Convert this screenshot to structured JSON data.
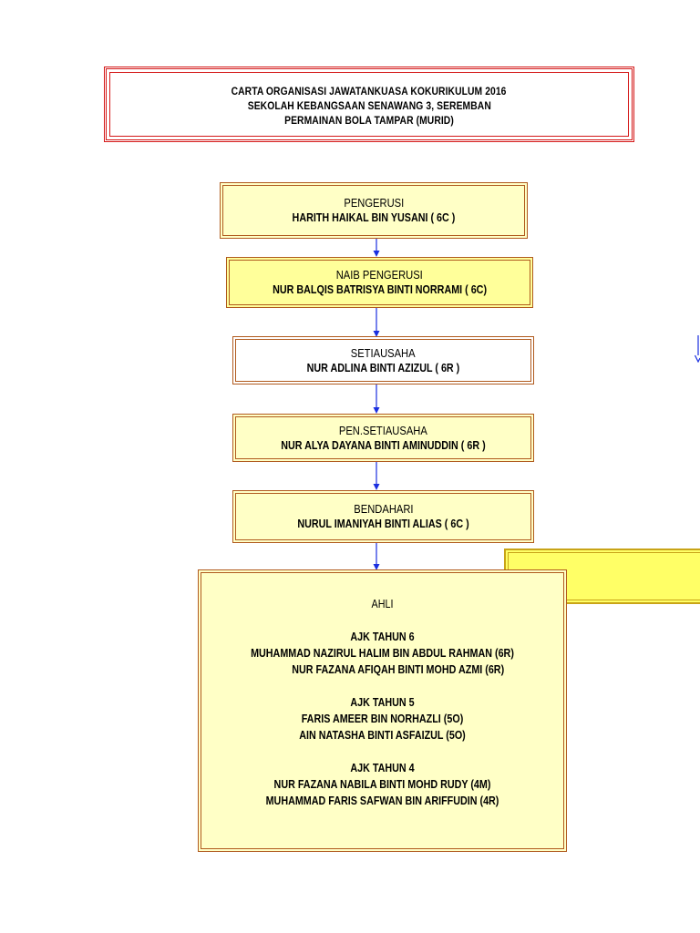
{
  "header": {
    "line1": "CARTA ORGANISASI JAWATANKUASA KOKURIKULUM 2016",
    "line2": "SEKOLAH KEBANGSAAN SENAWANG 3, SEREMBAN",
    "line3": "PERMAINAN BOLA TAMPAR (MURID)"
  },
  "roles": [
    {
      "title": "PENGERUSI",
      "name": "HARITH HAIKAL BIN YUSANI  ( 6C )"
    },
    {
      "title": "NAIB PENGERUSI",
      "name": "NUR BALQIS BATRISYA BINTI NORRAMI ( 6C)"
    },
    {
      "title": "SETIAUSAHA",
      "name": "NUR ADLINA BINTI AZIZUL ( 6R )"
    },
    {
      "title": "PEN.SETIAUSAHA",
      "name": "NUR ALYA DAYANA BINTI AMINUDDIN ( 6R )"
    },
    {
      "title": "BENDAHARI",
      "name": "NURUL IMANIYAH BINTI ALIAS ( 6C )"
    }
  ],
  "ahli": {
    "title": "AHLI",
    "groups": [
      {
        "heading": "AJK TAHUN 6",
        "members": [
          "MUHAMMAD NAZIRUL HALIM BIN ABDUL RAHMAN (6R)",
          "NUR FAZANA AFIQAH BINTI MOHD AZMI (6R)"
        ]
      },
      {
        "heading": "AJK TAHUN 5",
        "members": [
          "FARIS AMEER BIN NORHAZLI (5O)",
          "AIN NATASHA BINTI ASFAIZUL (5O)"
        ]
      },
      {
        "heading": "AJK TAHUN 4",
        "members": [
          "NUR FAZANA  NABILA BINTI MOHD RUDY (4M)",
          "MUHAMMAD FARIS SAFWAN BIN ARIFFUDIN (4R)"
        ]
      }
    ]
  },
  "colors": {
    "title_border": "#d41818",
    "box_border": "#b05a1e",
    "box_fill": "#ffffc6",
    "arrow": "#1a2fe0",
    "side_box_fill": "#ffff66"
  }
}
